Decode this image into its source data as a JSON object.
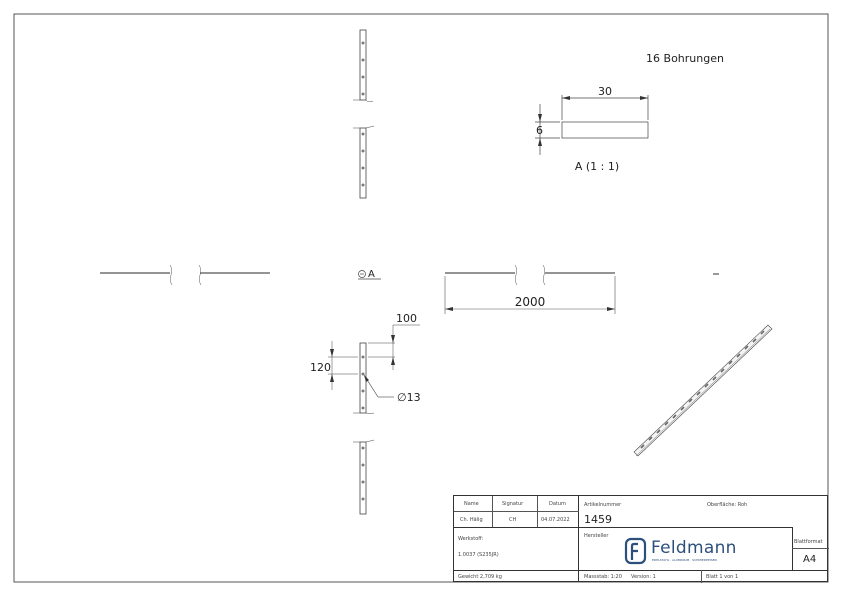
{
  "drawing": {
    "note_holes": "16 Bohrungen",
    "section_label": "A (1 : 1)",
    "section_marker": "A",
    "dims": {
      "width": "30",
      "thickness": "6",
      "length": "2000",
      "edge_offset": "100",
      "hole_pitch": "120",
      "hole_diameter": "∅13"
    }
  },
  "title_block": {
    "headers": {
      "name": "Name",
      "signature": "Signatur",
      "date": "Datum"
    },
    "values": {
      "name": "Ch. Hälig",
      "signature": "CH",
      "date": "04.07.2022"
    },
    "material_label": "Werkstoff:",
    "material_value": "1.0037 (S235JR)",
    "weight": "Gewicht 2,709 kg",
    "article_label": "Artikelnummer",
    "article_number": "1459",
    "surface": "Oberfläche:  Roh",
    "manufacturer_label": "Hersteller",
    "logo_text": "Feldmann",
    "logo_tagline": "EDELSTAHL · ALUMINIUM · SCHMIEDEEISEN",
    "scale": "Massstab: 1:20",
    "version": "Version: 1",
    "sheet": "Blatt 1 von 1",
    "format_label": "Blattformat",
    "format_value": "A4",
    "brand_color": "#2d4f7c"
  }
}
